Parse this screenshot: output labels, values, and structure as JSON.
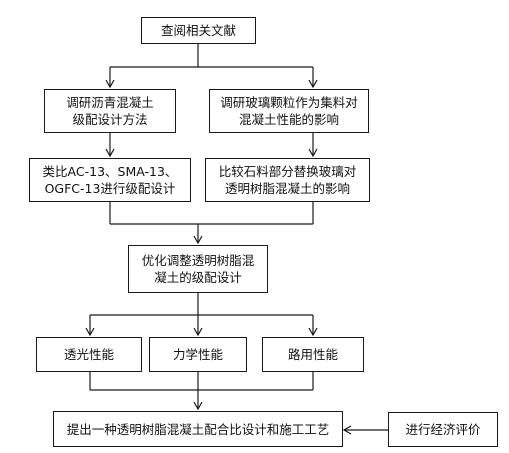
{
  "nodes": {
    "start": "查阅相关文献",
    "left1_line1": "调研沥青混凝土",
    "left1_line2": "级配设计方法",
    "right1_line1": "调研玻璃颗粒作为集料对",
    "right1_line2": "混凝土性能的影响",
    "left2_line1": "类比AC-13、SMA-13、",
    "left2_line2": "OGFC-13进行级配设计",
    "right2_line1": "比较石料部分替换玻璃对",
    "right2_line2": "透明树脂混凝土的影响",
    "mid_line1": "优化调整透明树脂混",
    "mid_line2": "凝土的级配设计",
    "perf_optical": "透光性能",
    "perf_mechanical": "力学性能",
    "perf_road": "路用性能",
    "final": "提出一种透明树脂混凝土配合比设计和施工工艺",
    "economic": "进行经济评价"
  }
}
